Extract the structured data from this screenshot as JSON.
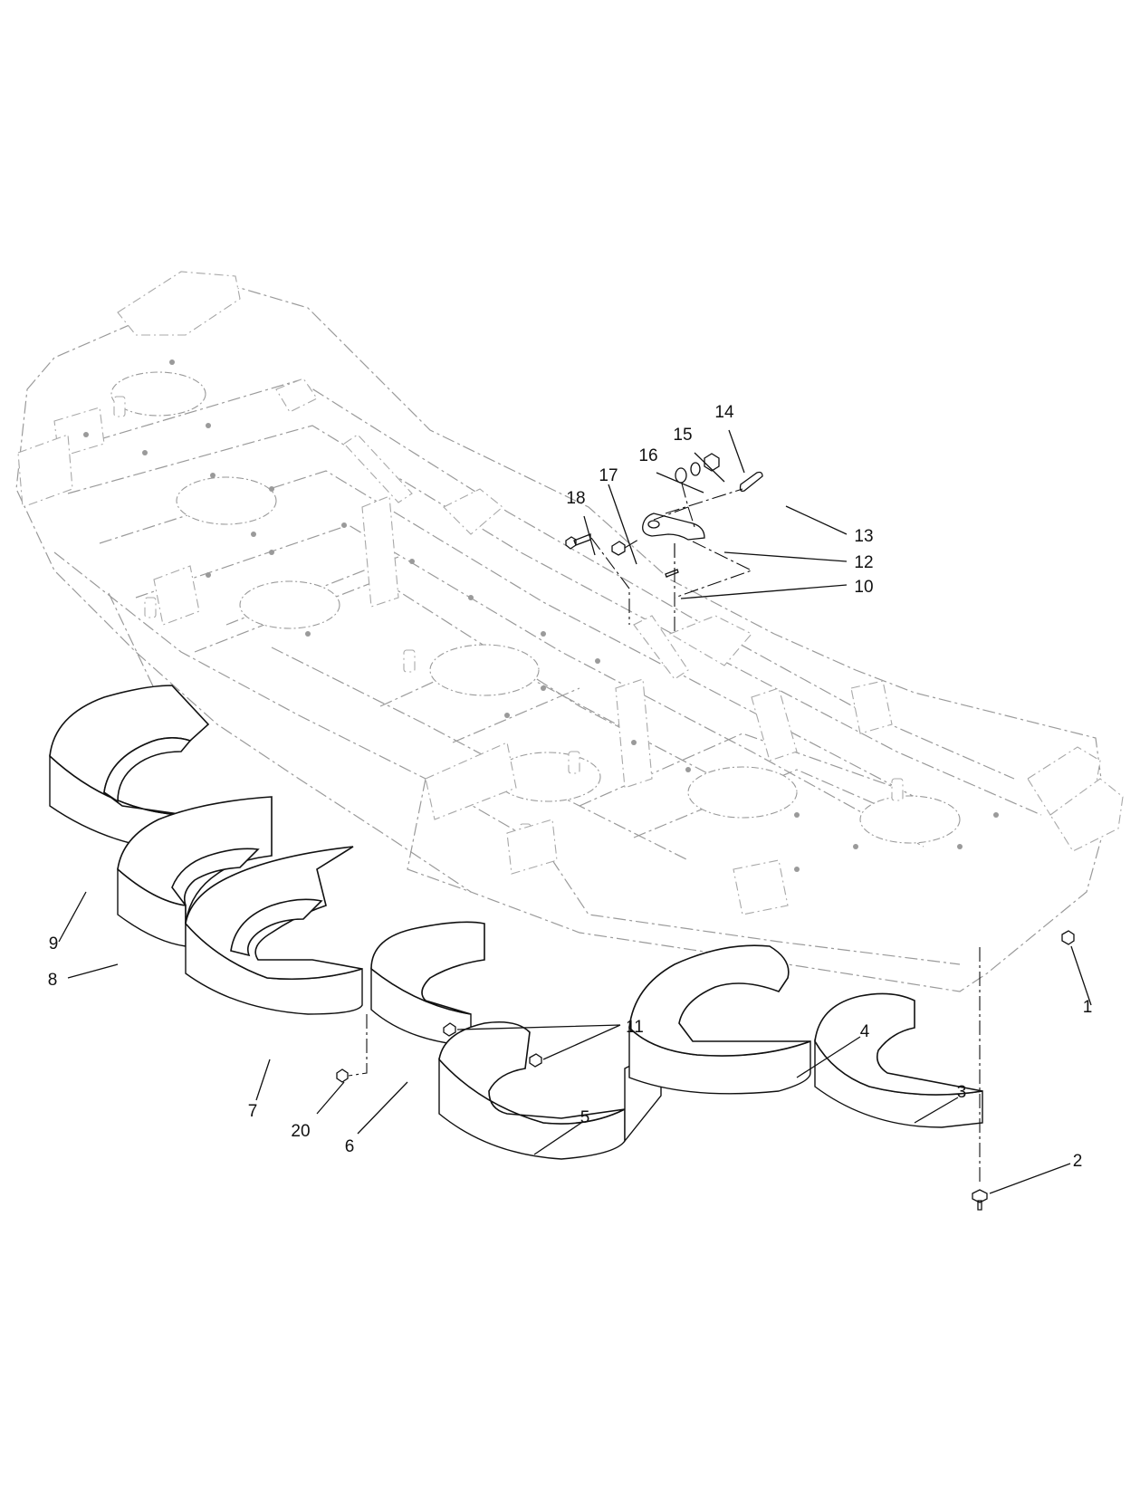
{
  "callouts": [
    {
      "id": "1",
      "label": "1"
    },
    {
      "id": "2",
      "label": "2"
    },
    {
      "id": "3",
      "label": "3"
    },
    {
      "id": "4",
      "label": "4"
    },
    {
      "id": "5",
      "label": "5"
    },
    {
      "id": "6",
      "label": "6"
    },
    {
      "id": "7",
      "label": "7"
    },
    {
      "id": "8",
      "label": "8"
    },
    {
      "id": "9",
      "label": "9"
    },
    {
      "id": "10",
      "label": "10"
    },
    {
      "id": "11",
      "label": "11"
    },
    {
      "id": "12",
      "label": "12"
    },
    {
      "id": "13",
      "label": "13"
    },
    {
      "id": "14",
      "label": "14"
    },
    {
      "id": "15",
      "label": "15"
    },
    {
      "id": "16",
      "label": "16"
    },
    {
      "id": "17",
      "label": "17"
    },
    {
      "id": "18",
      "label": "18"
    },
    {
      "id": "20",
      "label": "20"
    }
  ],
  "colors": {
    "line": "#111111",
    "ghost": "#9a9a9a",
    "background": "#ffffff"
  }
}
